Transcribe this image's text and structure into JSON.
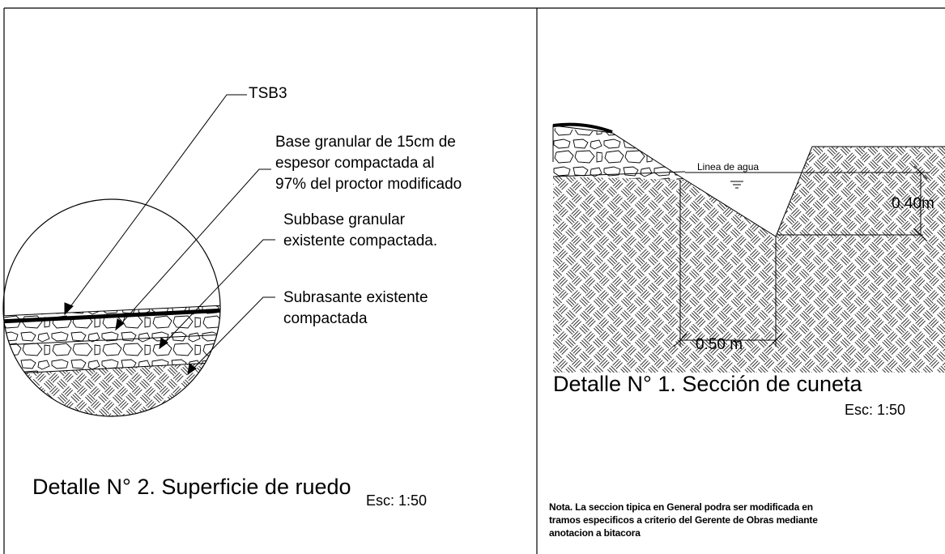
{
  "detail_2": {
    "labels": {
      "surface": "TSB3",
      "base_line1": "Base granular de 15cm de",
      "base_line2": "espesor compactada al",
      "base_line3": "97% del proctor modificado",
      "subbase_line1": "Subbase granular",
      "subbase_line2": "existente compactada.",
      "subgrade_line1": "Subrasante existente",
      "subgrade_line2": "compactada"
    },
    "title": "Detalle N° 2. Superficie de ruedo",
    "scale": "Esc: 1:50"
  },
  "detail_1": {
    "water_line_label": "Linea de agua",
    "depth_dim": "0.40m",
    "width_dim": "0.50 m",
    "title": "Detalle N° 1. Sección de cuneta",
    "scale": "Esc: 1:50"
  },
  "note": {
    "line1": "Nota. La seccion tipica en General podra ser modificada en",
    "line2": "tramos especificos a criterio del Gerente de Obras mediante",
    "line3": "anotacion a bitacora"
  }
}
